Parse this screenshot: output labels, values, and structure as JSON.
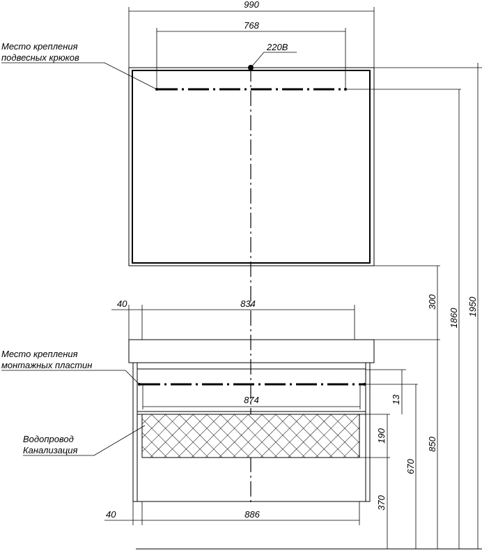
{
  "notes": {
    "hooks_line1": "Место крепления",
    "hooks_line2": "подвесных крюков",
    "power": "220В",
    "plates_line1": "Место крепления",
    "plates_line2": "монтажных пластин",
    "pipes_line1": "Водопровод",
    "pipes_line2": "Канализация"
  },
  "dimensions": {
    "mirror_width": "990",
    "hook_spacing": "768",
    "basin_offset": "40",
    "basin_width": "834",
    "plate_spacing": "874",
    "base_offset": "40",
    "cabinet_width": "886",
    "gap_height": "300",
    "hooks_height": "1860",
    "mirror_top_height": "1950",
    "plate_drop": "13",
    "pipe_zone_height": "190",
    "pipe_top_height": "670",
    "basin_top_height": "850",
    "pipe_bottom_height": "370"
  }
}
